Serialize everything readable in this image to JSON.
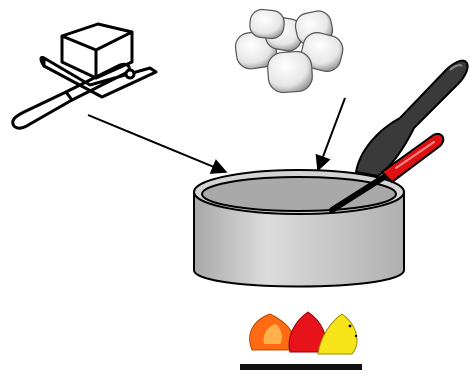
{
  "illustration": {
    "ingredients": [
      {
        "name": "butter-stick-on-dish-with-knife",
        "icon": "butter-icon"
      },
      {
        "name": "marshmallows",
        "icon": "marshmallow-icon"
      }
    ],
    "tools": [
      {
        "name": "saucepan",
        "icon": "saucepan-icon"
      },
      {
        "name": "spatula",
        "icon": "spatula-icon"
      },
      {
        "name": "stirring-spoon",
        "icon": "spoon-icon"
      },
      {
        "name": "stove-flame",
        "icon": "flame-icon"
      }
    ],
    "colors": {
      "outline": "#000000",
      "pan_body": "#c8c8c8",
      "pan_inside": "#a9a9a9",
      "marshmallow": "#e8e8e8",
      "spatula": "#3a3a3a",
      "spoon_handle": "#dd1111",
      "flame_orange": "#ff6a13",
      "flame_red": "#e8121a",
      "flame_yellow": "#f7e51a",
      "burner": "#111111"
    }
  }
}
